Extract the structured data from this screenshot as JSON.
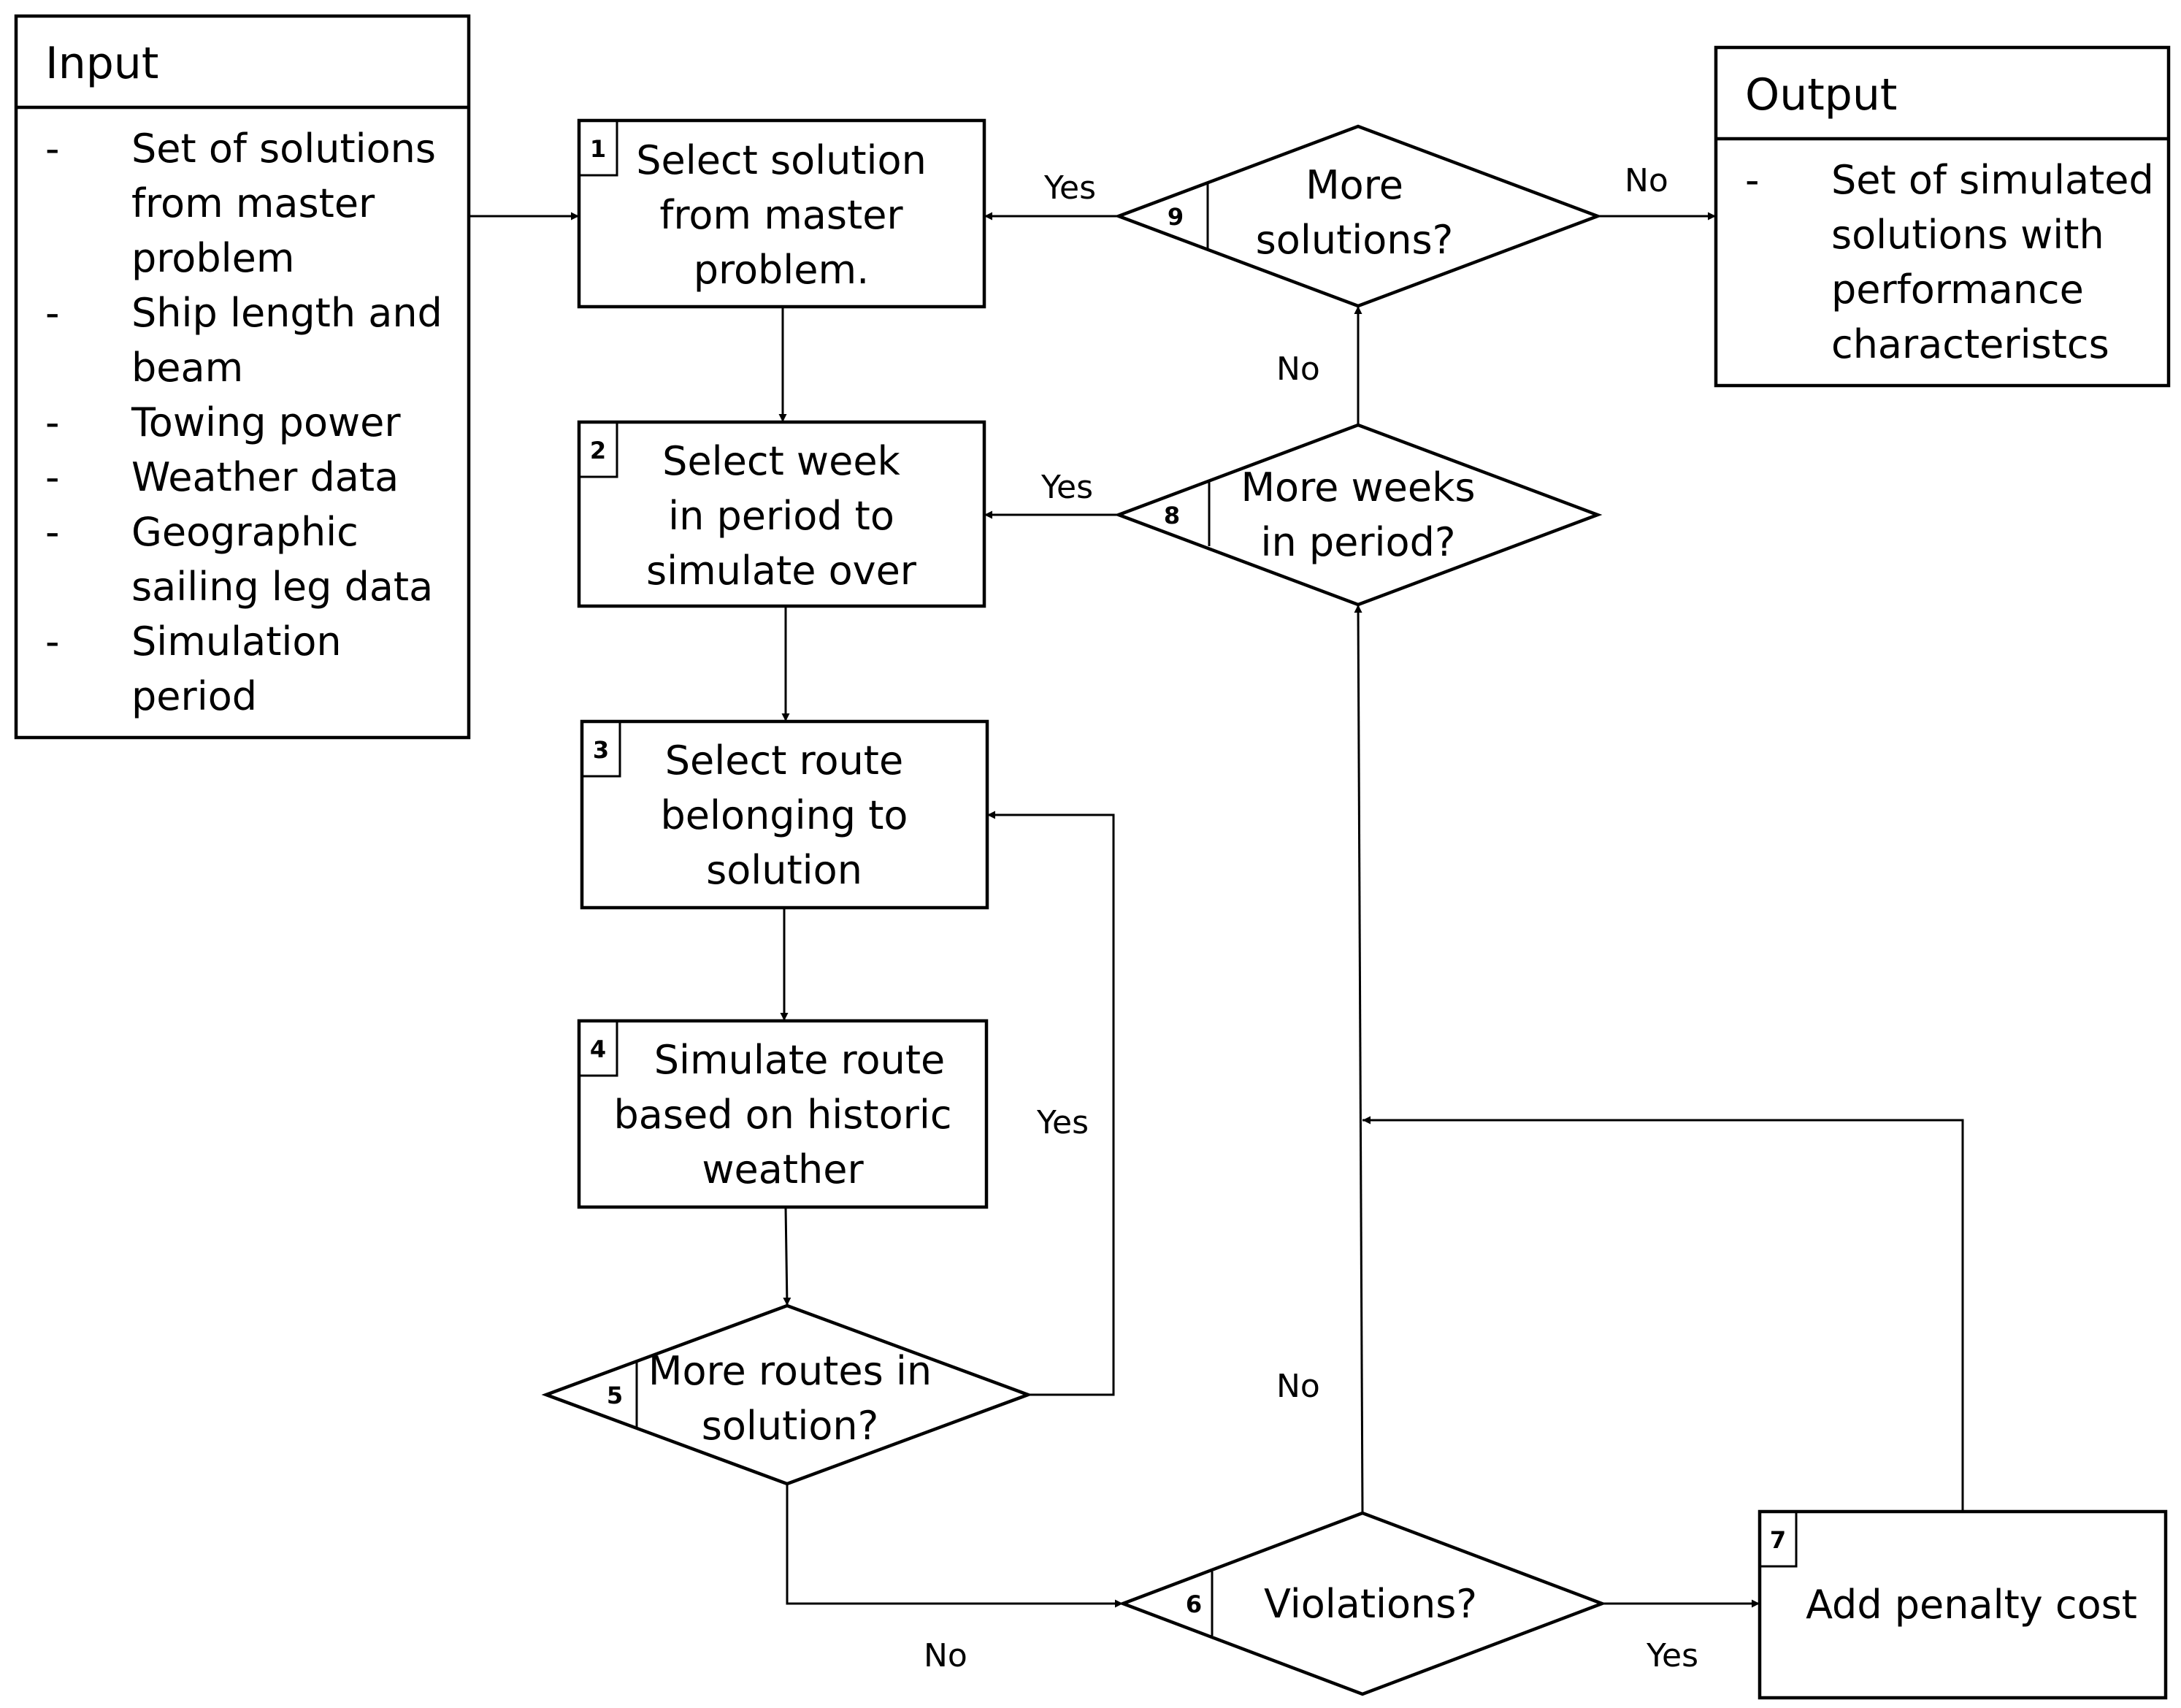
{
  "input": {
    "title": "Input",
    "bullet": "-",
    "lines": [
      "Set of solutions",
      "from master",
      "problem",
      "Ship length and",
      "beam",
      "Towing power",
      "Weather data",
      "Geographic",
      "sailing leg data",
      "Simulation",
      "period"
    ]
  },
  "output": {
    "title": "Output",
    "bullet": "-",
    "lines": [
      "Set of simulated",
      "solutions with",
      "performance",
      "characteristcs"
    ]
  },
  "steps": {
    "s1": {
      "num": "1",
      "lines": [
        "Select solution",
        "from master",
        "problem."
      ]
    },
    "s2": {
      "num": "2",
      "lines": [
        "Select week",
        "in period to",
        "simulate over"
      ]
    },
    "s3": {
      "num": "3",
      "lines": [
        "Select route",
        "belonging to",
        "solution"
      ]
    },
    "s4": {
      "num": "4",
      "lines": [
        "Simulate route",
        "based on historic",
        "weather"
      ]
    },
    "s5": {
      "num": "5",
      "lines": [
        "More routes in",
        "solution?"
      ]
    },
    "s6": {
      "num": "6",
      "lines": [
        "Violations?"
      ]
    },
    "s7": {
      "num": "7",
      "lines": [
        "Add penalty cost"
      ]
    },
    "s8": {
      "num": "8",
      "lines": [
        "More weeks",
        "in period?"
      ]
    },
    "s9": {
      "num": "9",
      "lines": [
        "More",
        "solutions?"
      ]
    }
  },
  "labels": {
    "yes_9": "Yes",
    "no_9": "No",
    "no_8": "No",
    "yes_8": "Yes",
    "yes_5": "Yes",
    "no_6_up": "No",
    "no_5": "No",
    "yes_6": "Yes"
  }
}
